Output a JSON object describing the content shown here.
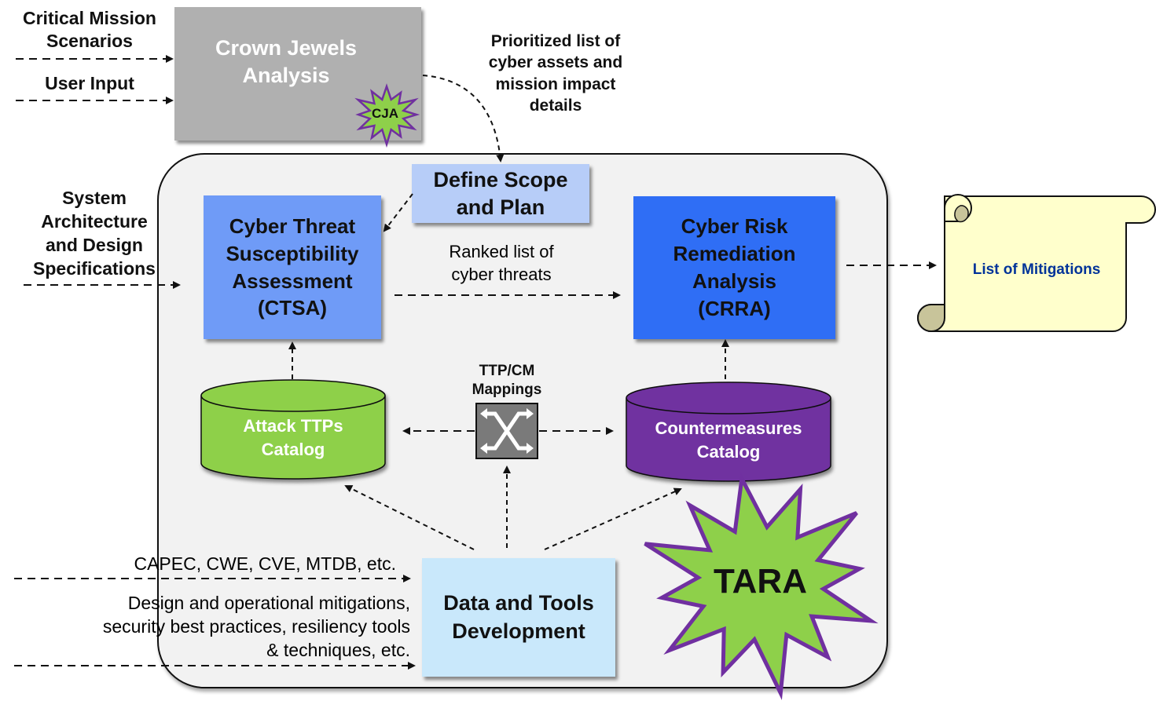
{
  "inputs": {
    "critical_mission_scenarios": "Critical Mission\nScenarios",
    "user_input": "User Input",
    "system_architecture": "System\nArchitecture\nand Design\nSpecifications",
    "capec_sources": "CAPEC, CWE, CVE, MTDB, etc.",
    "design_mitigations": "Design and operational mitigations,\nsecurity best practices, resiliency tools\n& techniques, etc."
  },
  "nodes": {
    "cja": {
      "label": "Crown Jewels\nAnalysis",
      "badge": "CJA",
      "color": "#b0b0b0"
    },
    "define_scope": {
      "label": "Define Scope\nand Plan",
      "color": "#b7cdf8"
    },
    "ctsa": {
      "label": "Cyber Threat\nSusceptibility\nAssessment\n(CTSA)",
      "color": "#6f9bf7"
    },
    "crra": {
      "label": "Cyber Risk\nRemediation\nAnalysis\n(CRRA)",
      "color": "#2f6ef5"
    },
    "attack_ttps": {
      "label": "Attack TTPs\nCatalog",
      "color": "#8ed04a"
    },
    "countermeasures": {
      "label": "Countermeasures\nCatalog",
      "color": "#7030a0"
    },
    "ttp_cm": {
      "label": "TTP/CM\nMappings",
      "color": "#7a7a7a"
    },
    "data_tools": {
      "label": "Data and Tools\nDevelopment",
      "color": "#c9e8fb"
    },
    "tara": {
      "label": "TARA",
      "fill": "#8ed04a",
      "stroke": "#7030a0"
    },
    "mitigations": {
      "label": "List of Mitigations",
      "fill": "#ffffcc",
      "text_color": "#003399"
    }
  },
  "edge_labels": {
    "prioritized_list": "Prioritized list of\ncyber assets and\nmission impact\ndetails",
    "ranked_list": "Ranked list of\ncyber threats"
  }
}
